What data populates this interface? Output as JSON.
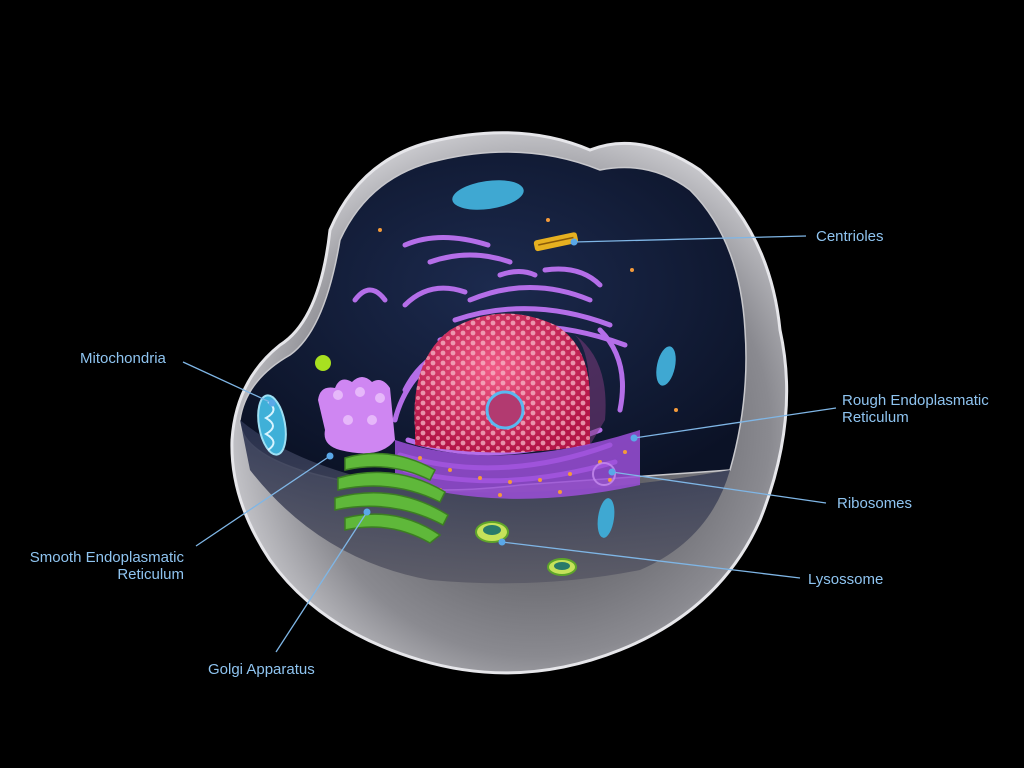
{
  "diagram": {
    "labels": {
      "centrioles": "Centrioles",
      "mitochondria": "Mitochondria",
      "rough_er_line1": "Rough Endoplasmatic",
      "rough_er_line2": "Reticulum",
      "ribosomes": "Ribosomes",
      "smooth_er_line1": "Smooth Endoplasmatic",
      "smooth_er_line2": "Reticulum",
      "lysosome": "Lysossome",
      "golgi": "Golgi Apparatus"
    },
    "colors": {
      "background": "#000000",
      "label_text": "#8fc4f0",
      "leader_line": "#7fb6e6",
      "nucleus": "#d8285c",
      "er_purple": "#b46ee8",
      "golgi_green": "#5fb83a",
      "mitochondria_cyan": "#3fb0d8",
      "centriole_yellow": "#e6b020",
      "membrane_gray": "#b9b9bd"
    }
  }
}
